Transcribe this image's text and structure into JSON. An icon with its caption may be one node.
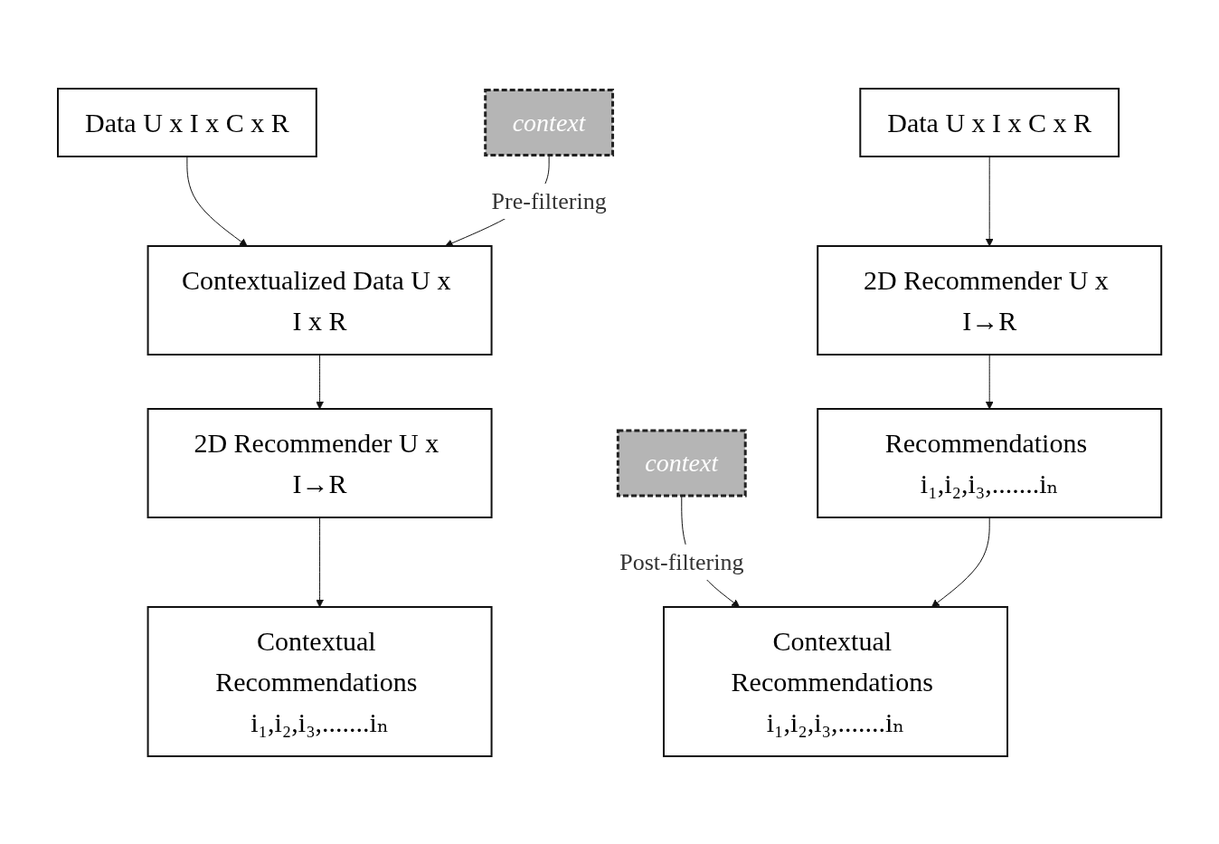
{
  "diagram": {
    "nodes": [
      {
        "text": [
          "Data U x I x C x R"
        ]
      },
      {
        "text": [
          "context"
        ]
      },
      {
        "text": [
          "Contextualized Data U x I x R"
        ]
      },
      {
        "text": [
          "2D Recommender U x I→R"
        ]
      },
      {
        "text": [
          "Contextual Recommendations i₁,i₂,i₃,.......iₙ"
        ]
      },
      {
        "text": [
          "Data U x I x C x R"
        ]
      },
      {
        "text": [
          "2D Recommender U x I→R"
        ]
      },
      {
        "text": [
          "Recommendations i₁,i₂,i₃,.......iₙ"
        ]
      },
      {
        "text": [
          "context"
        ]
      },
      {
        "text": [
          "Contextual Recommendations i₁,i₂,i₃,.......iₙ"
        ]
      }
    ],
    "edges": [
      {
        "from": 0,
        "to": 2,
        "arrow": "to"
      },
      {
        "from": 1,
        "to": 2,
        "arrow": "to",
        "label": "Pre-filtering"
      },
      {
        "from": 2,
        "to": 3,
        "arrow": "to"
      },
      {
        "from": 3,
        "to": 4,
        "arrow": "to"
      },
      {
        "from": 5,
        "to": 6,
        "arrow": "to"
      },
      {
        "from": 6,
        "to": 7,
        "arrow": "to"
      },
      {
        "from": 8,
        "to": 9,
        "arrow": "to",
        "label": "Post-filtering"
      },
      {
        "from": 7,
        "to": 9,
        "arrow": "to"
      }
    ]
  }
}
